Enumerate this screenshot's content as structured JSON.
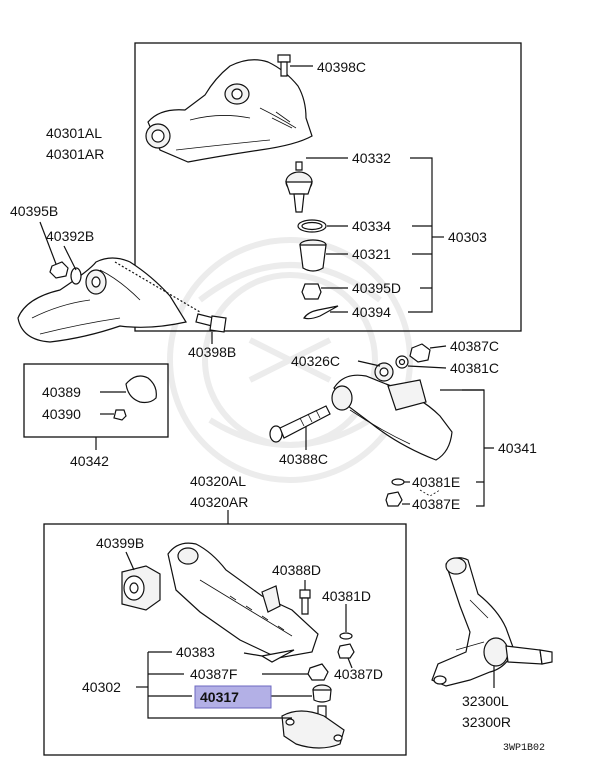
{
  "labels": {
    "l40398c": "40398C",
    "l40301al": "40301AL",
    "l40301ar": "40301AR",
    "l40332": "40332",
    "l40334": "40334",
    "l40303": "40303",
    "l40321": "40321",
    "l40395d": "40395D",
    "l40394": "40394",
    "l40395b": "40395B",
    "l40392b": "40392B",
    "l40398b": "40398B",
    "l40387c": "40387C",
    "l40326c": "40326C",
    "l40381c": "40381C",
    "l40389": "40389",
    "l40390": "40390",
    "l40342": "40342",
    "l40341": "40341",
    "l40388c": "40388C",
    "l40381e": "40381E",
    "l40387e": "40387E",
    "l40320al": "40320AL",
    "l40320ar": "40320AR",
    "l40399b": "40399B",
    "l40388d": "40388D",
    "l40381d": "40381D",
    "l40383": "40383",
    "l40387f": "40387F",
    "l40387d": "40387D",
    "l40302": "40302",
    "l40317": "40317",
    "l32300l": "32300L",
    "l32300r": "32300R",
    "code": "3WP1B02"
  },
  "colors": {
    "highlight": "#b3b0e6",
    "line": "#111111"
  }
}
